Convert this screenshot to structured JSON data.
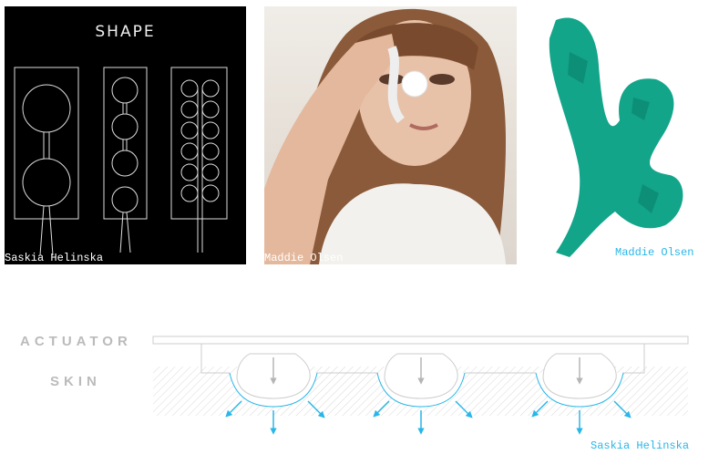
{
  "panels": {
    "shape": {
      "title": "SHAPE",
      "credit": "Saskia Helinska"
    },
    "photo": {
      "credit": "Maddie Olsen"
    },
    "prototype": {
      "credit": "Maddie Olsen"
    }
  },
  "diagram": {
    "actuator_label": "ACTUATOR",
    "skin_label": "SKIN",
    "credit": "Saskia Helinska",
    "pouch_count": 3
  },
  "colors": {
    "accent": "#29b6e8",
    "outline": "#c8c8c8",
    "prototype": "#12a58a"
  }
}
